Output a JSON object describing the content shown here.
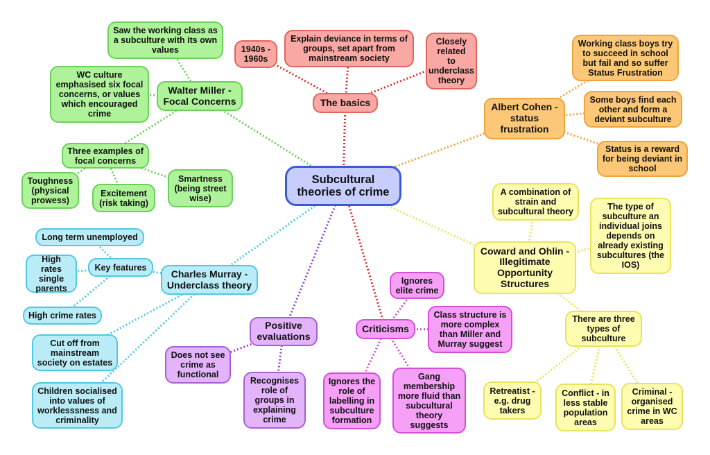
{
  "center": "Subcultural\ntheories of crime",
  "basics": {
    "hub": "The basics",
    "items": [
      "1940s -\n1960s",
      "Explain deviance in terms of\ngroups, set apart from\nmainstream society",
      "Closely\nrelated\nto\nunderclass\ntheory"
    ]
  },
  "miller": {
    "hub": "Walter Miller -\nFocal Concerns",
    "working_class": "Saw the working class as\na subculture with its own\nvalues",
    "wc_culture": "WC culture\nemphasised six focal\nconcerns, or values\nwhich encouraged\ncrime",
    "examples": "Three examples of\nfocal concerns",
    "toughness": "Toughness\n(physical\nprowess)",
    "excitement": "Excitement\n(risk taking)",
    "smartness": "Smartness\n(being street\nwise)"
  },
  "cohen": {
    "hub": "Albert Cohen -\nstatus\nfrustration",
    "items": [
      "Working class boys try\nto succeed in school\nbut fail and so suffer\nStatus Frustration",
      "Some boys find each\nother and form a\ndeviant subculture",
      "Status is a reward\nfor being deviant in\nschool"
    ]
  },
  "coward": {
    "hub": "Coward and Ohlin -\nIllegitimate\nOpportunity\nStructures",
    "combination": "A combination of\nstrain and\nsubcultural theory",
    "type": "The type of\nsubculture an\nindividual joins\ndepends on\nalready existing\nsubcultures (the\nIOS)",
    "three_types": "There are three\ntypes of\nsubculture",
    "retreatist": "Retreatist -\ne.g. drug\ntakers",
    "conflict": "Conflict - in\nless stable\npopulation\nareas",
    "criminal": "Criminal -\norganised\ncrime in WC\nareas"
  },
  "murray": {
    "hub": "Charles Murray -\nUnderclass theory",
    "key_features": "Key features",
    "long_term": "Long term unemployed",
    "single_parents": "High rates\nsingle\nparents",
    "high_crime": "High crime rates",
    "cut_off": "Cut off from\nmainstream\nsociety on estates",
    "children": "Children socialised\ninto values of\nworklesssness and\ncriminality"
  },
  "positive": {
    "hub": "Positive\nevaluations",
    "items": [
      "Does not see\ncrime as\nfunctional",
      "Recognises\nrole of\ngroups in\nexplaining\ncrime"
    ]
  },
  "criticisms": {
    "hub": "Criticisms",
    "items": [
      "Ignores\nelite crime",
      "Class structure is\nmore complex\nthan Miller and\nMurray suggest",
      "Ignores the\nrole of\nlabelling in\nsubculture\nformation",
      "Gang\nmembership\nmore fluid than\nsubcultural\ntheory\nsuggests"
    ]
  },
  "colors": {
    "green": "#6bcf59",
    "red": "#d9302a",
    "orange": "#f0a23c",
    "yellow": "#e8e35c",
    "cyan": "#52c7e3",
    "purple": "#9b3fd0",
    "magenta": "#d24fd6"
  }
}
